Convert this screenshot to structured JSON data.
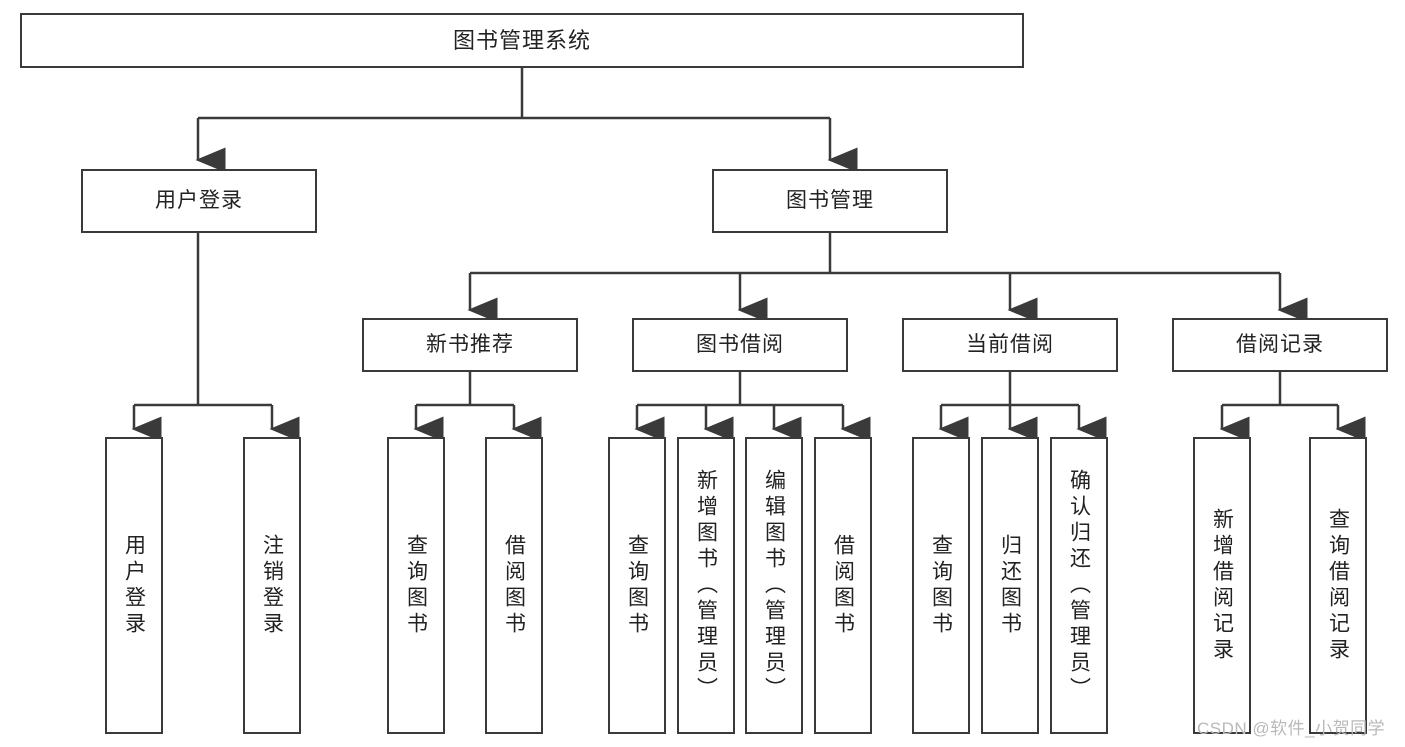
{
  "diagram": {
    "title": "图书管理系统",
    "type": "tree-hierarchy-chart",
    "root": {
      "label": "图书管理系统"
    },
    "level2": [
      {
        "label": "用户登录"
      },
      {
        "label": "图书管理"
      }
    ],
    "level3": [
      {
        "label": "新书推荐"
      },
      {
        "label": "图书借阅"
      },
      {
        "label": "当前借阅"
      },
      {
        "label": "借阅记录"
      }
    ],
    "leaves": {
      "user_login": [
        {
          "label": "用户登录"
        },
        {
          "label": "注销登录"
        }
      ],
      "new_book_recommend": [
        {
          "label": "查询图书"
        },
        {
          "label": "借阅图书"
        }
      ],
      "book_borrow": [
        {
          "label": "查询图书"
        },
        {
          "label": "新增图书（管理员）"
        },
        {
          "label": "编辑图书（管理员）"
        },
        {
          "label": "借阅图书"
        }
      ],
      "current_borrow": [
        {
          "label": "查询图书"
        },
        {
          "label": "归还图书"
        },
        {
          "label": "确认归还（管理员）"
        }
      ],
      "borrow_record": [
        {
          "label": "新增借阅记录"
        },
        {
          "label": "查询借阅记录"
        }
      ]
    }
  },
  "watermark": {
    "text": "CSDN @软件_小贺同学",
    "color": "#b9b9b9"
  },
  "colors": {
    "border": "#3a3a3a",
    "background": "#ffffff",
    "text": "#222222",
    "wire": "#3a3a3a"
  }
}
